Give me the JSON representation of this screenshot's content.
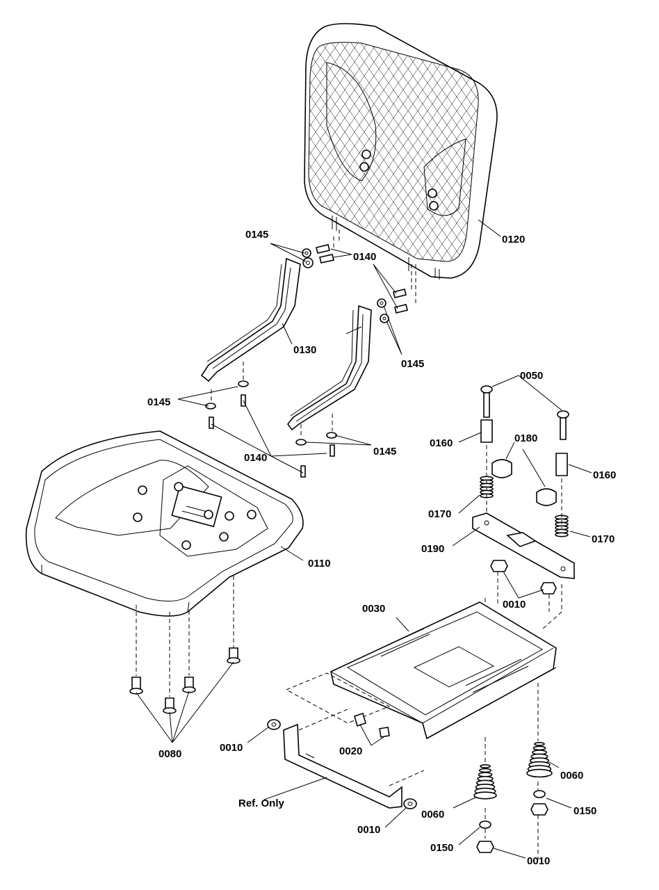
{
  "labels": {
    "l0145_a": "0145",
    "l0140_a": "0140",
    "l0120": "0120",
    "l0130": "0130",
    "l0145_b": "0145",
    "l0050": "0050",
    "l0145_c": "0145",
    "l0160_a": "0160",
    "l0180": "0180",
    "l0140_b": "0140",
    "l0145_d": "0145",
    "l0160_b": "0160",
    "l0170_a": "0170",
    "l0170_b": "0170",
    "l0190": "0190",
    "l0110": "0110",
    "l0010_a": "0010",
    "l0030": "0030",
    "l0080": "0080",
    "l0010_b": "0010",
    "l0020": "0020",
    "l0060_a": "0060",
    "l_refonly": "Ref. Only",
    "l0150_a": "0150",
    "l0060_b": "0060",
    "l0010_c": "0010",
    "l0150_b": "0150",
    "l0010_d": "0010"
  }
}
